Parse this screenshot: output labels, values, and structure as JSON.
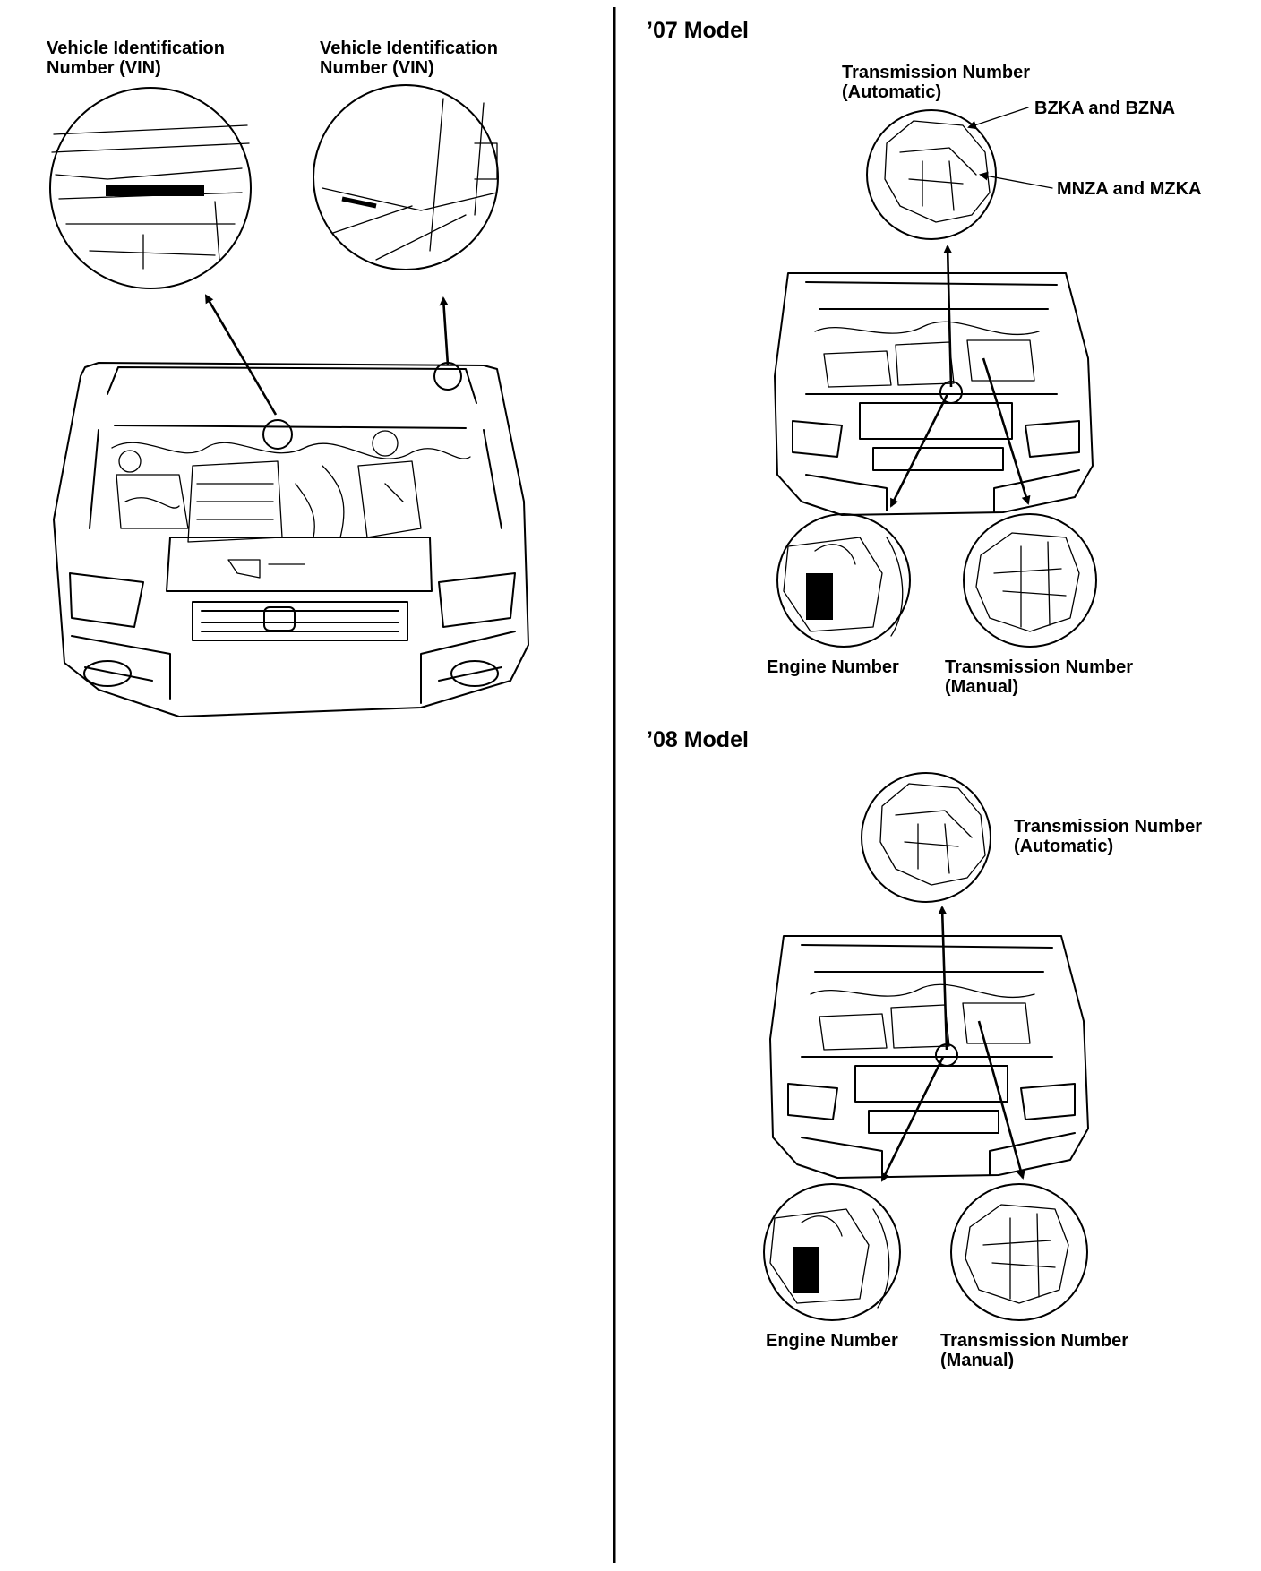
{
  "left": {
    "vin_label_1": "Vehicle Identification\nNumber (VIN)",
    "vin_label_2": "Vehicle Identification\nNumber (VIN)"
  },
  "model_07": {
    "heading": "’07 Model",
    "transmission_auto": "Transmission Number\n(Automatic)",
    "bzka": "BZKA and BZNA",
    "mnza": "MNZA and MZKA",
    "engine": "Engine Number",
    "transmission_manual": "Transmission Number\n(Manual)"
  },
  "model_08": {
    "heading": "’08 Model",
    "transmission_auto": "Transmission Number\n(Automatic)",
    "engine": "Engine Number",
    "transmission_manual": "Transmission Number\n(Manual)"
  }
}
